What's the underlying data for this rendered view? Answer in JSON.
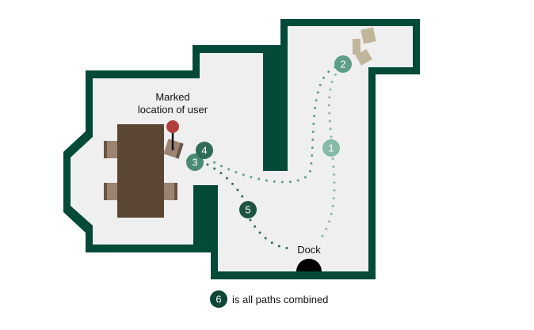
{
  "labels": {
    "user_location_line1": "Marked",
    "user_location_line2": "location of user",
    "dock": "Dock",
    "legend_text": "is all paths combined"
  },
  "markers": [
    {
      "label": "1",
      "color": "#86bba6"
    },
    {
      "label": "2",
      "color": "#5e9e86"
    },
    {
      "label": "3",
      "color": "#4a8a72"
    },
    {
      "label": "4",
      "color": "#2f6c57"
    },
    {
      "label": "5",
      "color": "#1d5343"
    },
    {
      "label": "6",
      "color": "#0b4637"
    }
  ],
  "colors": {
    "wall": "#034a38",
    "floor": "#efefef",
    "table": "#5a4632",
    "chair": "#9b8471",
    "chair_back": "#6a5442",
    "pin": "#b3403f",
    "box": "#c1b59b",
    "dock": "#000000"
  }
}
